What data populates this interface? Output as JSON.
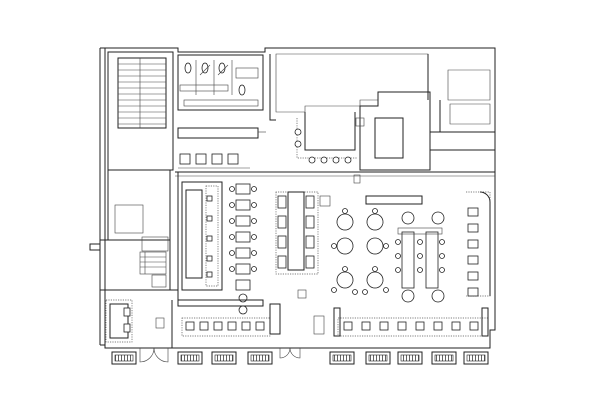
{
  "drawing": {
    "kind": "restaurant-floor-plan",
    "line_color": "#222222",
    "background": "#ffffff",
    "hatch_color": "#777777"
  },
  "icons": {
    "window-icon": "window",
    "door-icon": "door-swing",
    "table-icon": "table",
    "chair-icon": "chair",
    "toilet-icon": "toilet",
    "stair-icon": "stairs"
  }
}
